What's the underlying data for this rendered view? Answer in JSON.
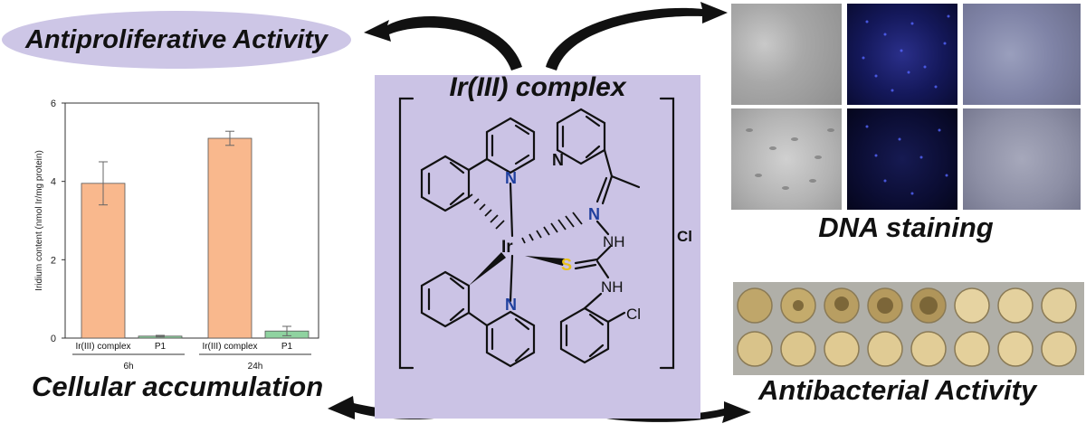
{
  "labels": {
    "antiproliferative": "Antiproliferative Activity",
    "complex_title": "Ir(III) complex",
    "dna_staining": "DNA staining",
    "cellular_accumulation": "Cellular accumulation",
    "antibacterial": "Antibacterial Activity"
  },
  "structure": {
    "metal": "Ir",
    "atom_N": "N",
    "atom_S": "S",
    "group_NH": "NH",
    "group_Cl": "Cl",
    "counter_ion": "Cl"
  },
  "colors": {
    "bar_complex": "#f9b88d",
    "bar_p1": "#8fd3a0",
    "box_bg": "#cbc3e5",
    "ellipse_bg": "#cdc6e6",
    "nitrogen": "#1f3f9e",
    "sulfur": "#e8c21a"
  },
  "chart_data": {
    "type": "bar",
    "ylabel": "Iridium content (nmol Ir/mg protein)",
    "ylim": [
      0,
      6
    ],
    "yticks": [
      "0",
      "2",
      "4",
      "6"
    ],
    "groups": [
      {
        "name": "6h",
        "categories": [
          "Ir(III) complex",
          "P1"
        ],
        "values": [
          3.95,
          0.05
        ],
        "errors": [
          0.55,
          0.02
        ]
      },
      {
        "name": "24h",
        "categories": [
          "Ir(III) complex",
          "P1"
        ],
        "values": [
          5.1,
          0.18
        ],
        "errors": [
          0.18,
          0.12
        ]
      }
    ]
  }
}
